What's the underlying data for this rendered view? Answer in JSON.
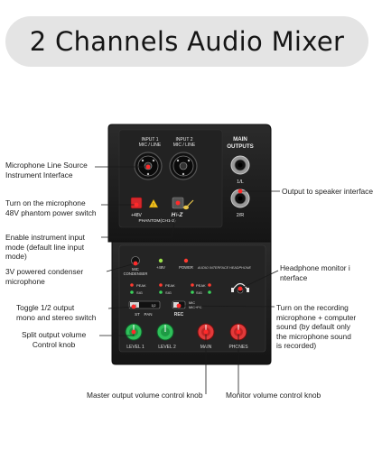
{
  "title": "2 Channels Audio Mixer",
  "device": {
    "input1_label": "INPUT 1",
    "input1_sub": "MIC / LINE",
    "input2_label": "INPUT 2",
    "input2_sub": "MIC / LINE",
    "main_outputs_label": "MAIN",
    "main_outputs_label2": "OUTPUTS",
    "out_left_label": "1/L",
    "out_right_label": "2/R",
    "phantom_volt": "+48V",
    "phantom_label": "PHANTOM(CH1-2)",
    "hiz_label": "Hi-Z",
    "mic_label": "MIC",
    "condenser_label": "CONDENSER",
    "plus48v_label": "+48V",
    "power_label": "POWER",
    "audio_interface_label": "AUDIO INTERFACE",
    "headphone_label": "HEADPHONE",
    "peak_label": "PEAK",
    "sig_label": "SIG",
    "switch_st_label": "ST",
    "switch_pan_label": "PAN",
    "rec_label": "REC",
    "rec_mic_label": "MIC",
    "rec_micpc_label": "MIC+PC",
    "switch_pos1": "1|1",
    "switch_pos2": "1|2",
    "knob_level1": "LEVEL 1",
    "knob_level2": "LEVEL 2",
    "knob_main": "MAIN",
    "knob_phones": "PHONES"
  },
  "callouts": {
    "mic_line_source": [
      "Microphone Line Source",
      "Instrument Interface"
    ],
    "phantom_power": [
      "Turn on the microphone",
      "48V phantom power switch"
    ],
    "instrument_input": [
      "Enable instrument input",
      "mode (default line input",
      "mode)"
    ],
    "condenser_mic": [
      "3V powered condenser",
      "microphone"
    ],
    "toggle_output": [
      "Toggle 1/2 output",
      "mono and stereo switch"
    ],
    "split_volume": [
      "Split output volume",
      "Control knob"
    ],
    "master_volume": [
      "Master output volume control knob"
    ],
    "speaker_output": [
      "Output to speaker interface"
    ],
    "headphone_monitor": [
      "Headphone monitor i",
      "nterface"
    ],
    "recording_sound": [
      "Turn on the recording",
      "microphone + computer",
      "sound (by default only",
      "the microphone sound",
      "is recorded)"
    ],
    "monitor_volume": [
      "Monitor volume control knob"
    ]
  },
  "colors": {
    "body": "#1e1e1e",
    "panel": "#2a2a2a",
    "callout_dot": "#ff2a2a",
    "knob_green": "#2fbf5a",
    "knob_red": "#e23a3a",
    "title_bg": "#e4e4e4"
  },
  "icons": [
    "xlr-combo-jack-icon",
    "quarter-inch-jack-icon",
    "headphone-icon",
    "warning-triangle-icon",
    "guitar-icon",
    "led-indicator-icon",
    "knob-icon"
  ]
}
